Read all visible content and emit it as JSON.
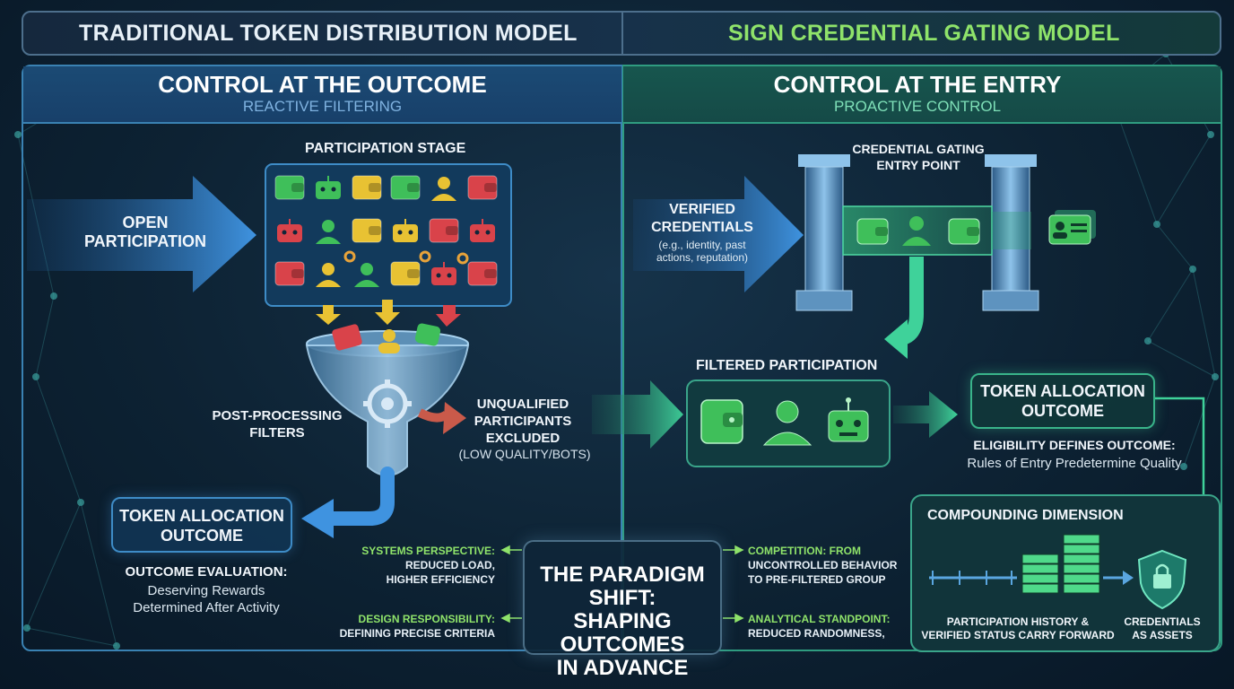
{
  "left_title": "TRADITIONAL TOKEN DISTRIBUTION MODEL",
  "right_title": "SIGN CREDENTIAL GATING MODEL",
  "left_panel": {
    "heading": "CONTROL AT THE OUTCOME",
    "subheading": "REACTIVE FILTERING",
    "participation_stage": "PARTICIPATION STAGE",
    "open_participation": [
      "OPEN",
      "PARTICIPATION"
    ],
    "post_processing": [
      "POST-PROCESSING",
      "FILTERS"
    ],
    "unqualified": [
      "UNQUALIFIED",
      "PARTICIPANTS",
      "EXCLUDED"
    ],
    "unqualified_note": "(LOW QUALITY/BOTS)",
    "outcome_box": [
      "TOKEN ALLOCATION",
      "OUTCOME"
    ],
    "evaluation_title": "OUTCOME EVALUATION:",
    "evaluation_lines": [
      "Deserving Rewards",
      "Determined After Activity"
    ]
  },
  "right_panel": {
    "heading": "CONTROL AT THE ENTRY",
    "subheading": "PROACTIVE CONTROL",
    "gating_label": [
      "CREDENTIAL GATING",
      "ENTRY POINT"
    ],
    "verified": [
      "VERIFIED",
      "CREDENTIALS"
    ],
    "verified_note": [
      "(e.g., identity, past",
      "actions, reputation)"
    ],
    "filtered": "FILTERED PARTICIPATION",
    "outcome_box": [
      "TOKEN ALLOCATION",
      "OUTCOME"
    ],
    "eligibility_title": "ELIGIBILITY DEFINES OUTCOME:",
    "eligibility_line": "Rules of Entry Predetermine Quality",
    "compounding_title": "COMPOUNDING DIMENSION",
    "history": [
      "PARTICIPATION HISTORY &",
      "VERIFIED STATUS CARRY FORWARD"
    ],
    "assets": [
      "CREDENTIALS",
      "AS ASSETS"
    ]
  },
  "paradigm": {
    "lines": [
      "THE PARADIGM SHIFT:",
      "SHAPING OUTCOMES",
      "IN ADVANCE"
    ],
    "systems": [
      "SYSTEMS PERSPECTIVE:",
      "REDUCED LOAD,",
      "HIGHER EFFICIENCY"
    ],
    "design": [
      "DESIGN RESPONSIBILITY:",
      "DEFINING PRECISE CRITERIA"
    ],
    "competition": [
      "COMPETITION: FROM",
      "UNCONTROLLED BEHAVIOR",
      "TO PRE-FILTERED GROUP"
    ],
    "analytical": [
      "ANALYTICAL STANDPOINT:",
      "REDUCED RANDOMNESS,"
    ]
  },
  "colors": {
    "blue_accent": "#3e8cc7",
    "green_accent": "#39b48a",
    "wallet_green": "#3fbf5a",
    "wallet_yellow": "#e8c233",
    "wallet_red": "#d9434a",
    "subheading_blue": "#7fb2e0",
    "subheading_green": "#7fe0b8"
  },
  "icons": {
    "participants": [
      "wallet-icon",
      "user-icon",
      "robot-icon",
      "gear-icon"
    ],
    "gate": "pillar-icon",
    "credential_card": "id-card-icon",
    "filter": "funnel-icon",
    "asset": "shield-lock-icon",
    "history": "stacked-blocks-icon"
  }
}
